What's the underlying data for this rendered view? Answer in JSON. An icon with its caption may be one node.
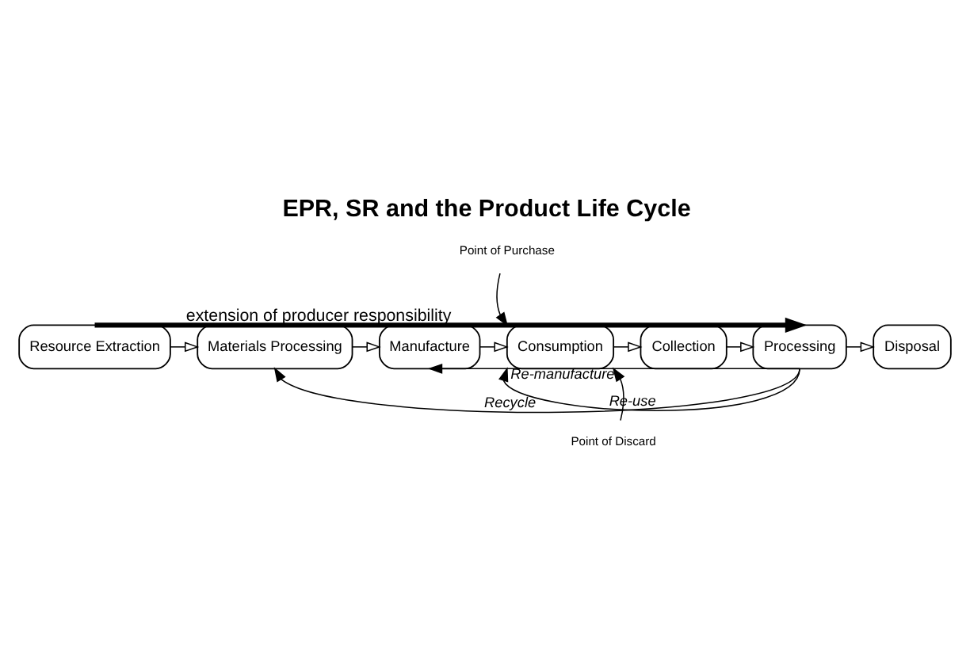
{
  "diagram": {
    "title": "EPR, SR and the Product Life Cycle",
    "nodes": [
      {
        "text": [
          "Resource Extraction"
        ]
      },
      {
        "text": [
          "Materials Processing"
        ]
      },
      {
        "text": [
          "Manufacture"
        ]
      },
      {
        "text": [
          "Consumption"
        ]
      },
      {
        "text": [
          "Collection"
        ]
      },
      {
        "text": [
          "Processing"
        ]
      },
      {
        "text": [
          "Disposal"
        ]
      },
      {
        "text": [
          "Point of Purchase"
        ]
      },
      {
        "text": [
          "Point of Discard"
        ]
      }
    ],
    "edges": [
      {
        "from": 0,
        "to": 1,
        "arrow": "to"
      },
      {
        "from": 1,
        "to": 2,
        "arrow": "to"
      },
      {
        "from": 2,
        "to": 3,
        "arrow": "to"
      },
      {
        "from": 3,
        "to": 4,
        "arrow": "to"
      },
      {
        "from": 4,
        "to": 5,
        "arrow": "to"
      },
      {
        "from": 5,
        "to": 6,
        "arrow": "to"
      },
      {
        "from": 0,
        "to": 5,
        "arrow": "to",
        "label": "extension of producer responsibility",
        "style": "thick"
      },
      {
        "from": 7,
        "to": 3,
        "arrow": "to"
      },
      {
        "from": 8,
        "to": 3,
        "arrow": "to"
      },
      {
        "from": 5,
        "to": 1,
        "arrow": "to",
        "label": "Recycle"
      },
      {
        "from": 5,
        "to": 2,
        "arrow": "to",
        "label": "Re-manufacture"
      },
      {
        "from": 5,
        "to": 3,
        "arrow": "to",
        "label": "Re-use"
      }
    ]
  }
}
